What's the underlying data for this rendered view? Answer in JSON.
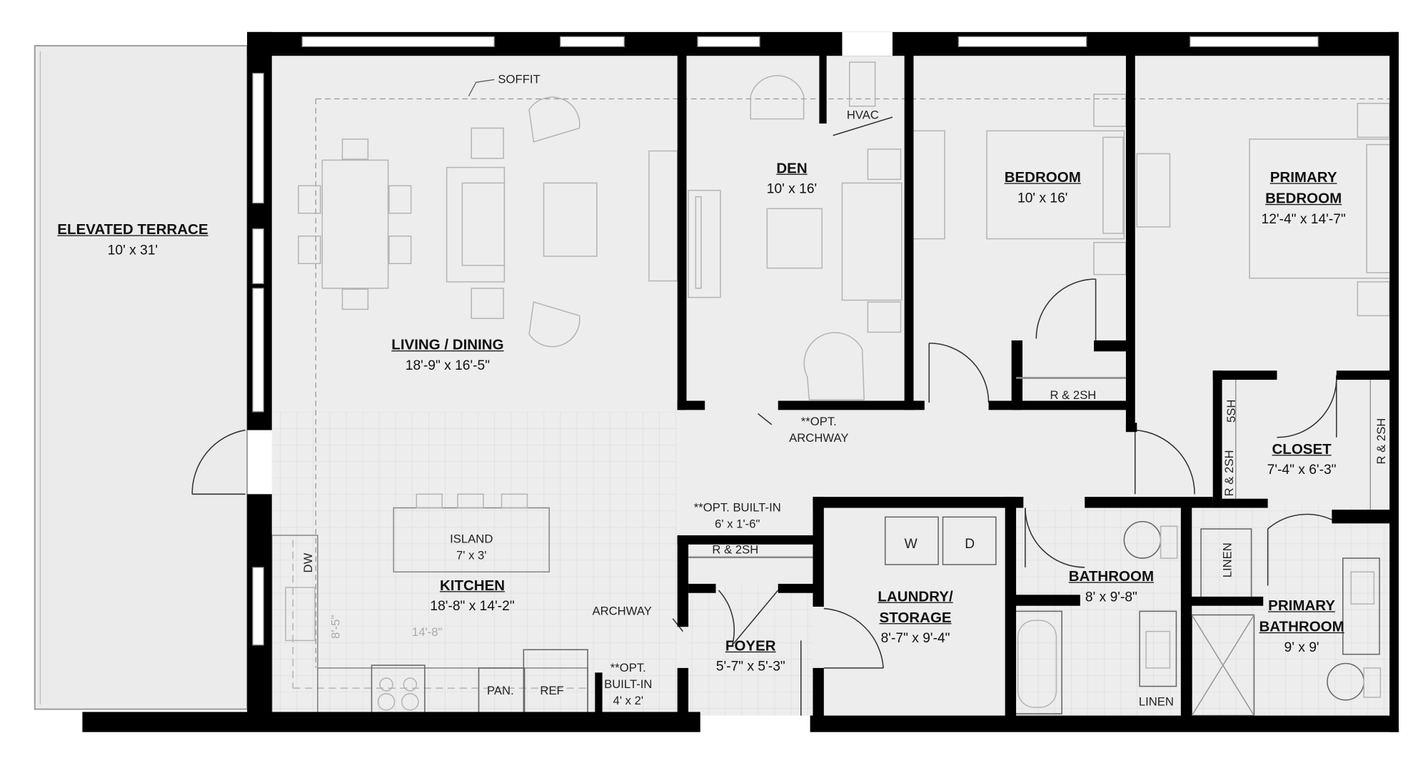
{
  "colors": {
    "wall": "#000000",
    "floor": "#ededed",
    "terrace": "#ebebeb",
    "furniture": "#b5b5b5",
    "tile_grid": "#dadada"
  },
  "rooms": {
    "terrace": {
      "name": "ELEVATED TERRACE",
      "dims": "10' x 31'"
    },
    "living": {
      "name": "LIVING / DINING",
      "dims": "18'-9\" x 16'-5\""
    },
    "den": {
      "name": "DEN",
      "dims": "10' x 16'"
    },
    "bedroom": {
      "name": "BEDROOM",
      "dims": "10' x 16'"
    },
    "primary_bedroom": {
      "name_line1": "PRIMARY",
      "name_line2": "BEDROOM",
      "dims": "12'-4\" x 14'-7\""
    },
    "closet": {
      "name": "CLOSET",
      "dims": "7'-4\" x 6'-3\""
    },
    "kitchen": {
      "name": "KITCHEN",
      "dims": "18'-8\" x 14'-2\""
    },
    "foyer": {
      "name": "FOYER",
      "dims": "5'-7\" x 5'-3\""
    },
    "laundry": {
      "name_line1": "LAUNDRY/",
      "name_line2": "STORAGE",
      "dims": "8'-7\" x 9'-4\""
    },
    "bathroom": {
      "name": "BATHROOM",
      "dims": "8' x 9'-8\""
    },
    "primary_bathroom": {
      "name_line1": "PRIMARY",
      "name_line2": "BATHROOM",
      "dims": "9' x 9'"
    }
  },
  "notes": {
    "soffit": "SOFFIT",
    "hvac": "HVAC",
    "opt_archway_1": "**OPT.",
    "opt_archway_2": "ARCHWAY",
    "archway": "ARCHWAY",
    "builtin_a_1": "**OPT. BUILT-IN",
    "builtin_a_2": "6' x 1'-6\"",
    "builtin_b_1": "**OPT.",
    "builtin_b_2": "BUILT-IN",
    "builtin_b_3": "4' x 2'",
    "island_1": "ISLAND",
    "island_2": "7' x 3'",
    "r2sh_bedroom": "R & 2SH",
    "r2sh_foyer": "R & 2SH",
    "r2sh_closet_left": "R & 2SH",
    "r2sh_closet_right": "R & 2SH",
    "5sh": "5SH",
    "linen_primary": "LINEN",
    "linen_bath": "LINEN",
    "washer": "W",
    "dryer": "D",
    "dishwasher": "DW",
    "pantry": "PAN.",
    "refrigerator": "REF",
    "dim_vertical": "8'-5\"",
    "dim_horizontal": "14'-8\""
  }
}
